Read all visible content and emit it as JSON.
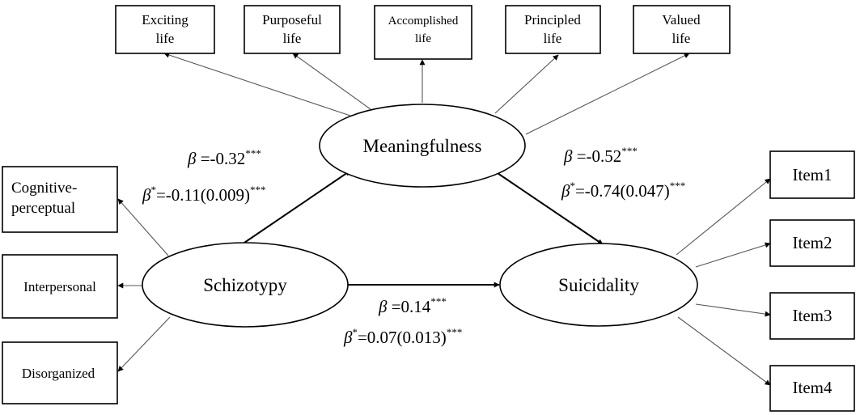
{
  "indicators_top": [
    {
      "line1": "Exciting",
      "line2": "life"
    },
    {
      "line1": "Purposeful",
      "line2": "life"
    },
    {
      "line1": "Accomplished",
      "line2": "life"
    },
    {
      "line1": "Principled",
      "line2": "life"
    },
    {
      "line1": "Valued",
      "line2": "life"
    }
  ],
  "indicators_left": [
    {
      "line1": "Cognitive-",
      "line2": "perceptual"
    },
    {
      "line1": "Interpersonal"
    },
    {
      "line1": "Disorganized"
    }
  ],
  "indicators_right": [
    "Item1",
    "Item2",
    "Item3",
    "Item4"
  ],
  "latents": {
    "meaningfulness": "Meaningfulness",
    "schizotypy": "Schizotypy",
    "suicidality": "Suicidality"
  },
  "paths": {
    "a": {
      "beta_symbol": "β",
      "beta_value": " =-0.32",
      "beta_sig": "***",
      "std_symbol": "β",
      "std_star": "*",
      "std_value": "=-0.11(0.009)",
      "std_sig": "***"
    },
    "b": {
      "beta_symbol": "β",
      "beta_value": " =-0.52",
      "beta_sig": "***",
      "std_symbol": "β",
      "std_star": "*",
      "std_value": "=-0.74(0.047)",
      "std_sig": "***"
    },
    "c": {
      "beta_symbol": "β",
      "beta_value": " =0.14",
      "beta_sig": "***",
      "std_symbol": "β",
      "std_star": "*",
      "std_value": "=0.07(0.013)",
      "std_sig": "***"
    }
  }
}
